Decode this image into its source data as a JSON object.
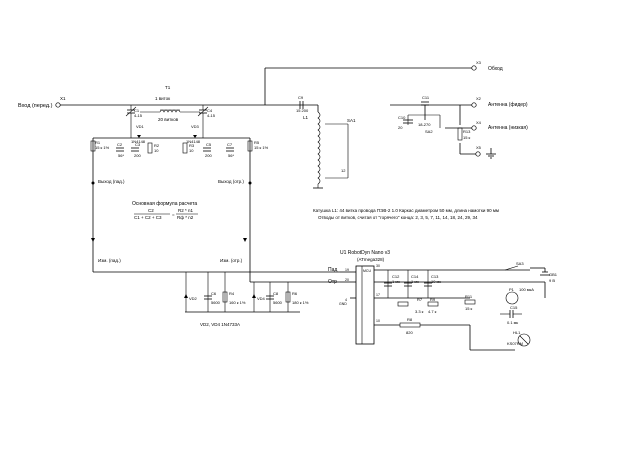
{
  "labels": {
    "input": "Вход (перед.)",
    "transformer": "T1",
    "turns1": "1 виток",
    "turns20": "20 витков",
    "out_right": "Выход (отр.)",
    "out_left": "Выход (пад.)",
    "formula_title": "Основная формула расчета",
    "formula_c2": "C2",
    "formula_c123": "C1 + C2 + C3",
    "formula_r2n1": "R2 * n1",
    "formula_rf": "Rф * n2",
    "meas_left": "Изм. (пад.)",
    "meas_right": "Изм. (отр.)",
    "diodes": "VD2, VD4  1N4733A",
    "bypass": "Обход",
    "ant_feed": "Антенна (фидер)",
    "ant_short": "Антенна (низкая)",
    "coil_spec": "Катушка L1:  44 витка провода ПЭВ-2 1.0   Каркас диаметром 50 мм, длина намотки 90 мм",
    "coil_taps": "Отводы от витков, считая от \"горячего\" конца:  2, 3, 5, 7, 11, 14, 18, 24, 29, 34",
    "u1": "U1   RobotDyn Nano v3",
    "mcu": "(ATmega328)",
    "pad": "Пад",
    "otr": "Отр",
    "mcu_label": "MCU",
    "gnd": "GND",
    "sa1": "SA1",
    "sa2": "SA2",
    "sa3": "SA3",
    "l1": "L1",
    "c9": "C9",
    "c9v": "15 200",
    "c11": "C11",
    "c11v": "18-270",
    "c10": "C10",
    "c10v": "20",
    "r13": "R13",
    "r13v": "15 к",
    "x1": "X1",
    "x2": "X2",
    "x3": "X3",
    "x4": "X4",
    "x5": "X5",
    "p1": "P1",
    "p1v": "100 мкА",
    "hl1": "HL1",
    "hl1v": "KS07RM",
    "gb1": "GB1",
    "gb1v": "9 В",
    "r7": "R7",
    "r7v": "3.3 к",
    "r9": "R9",
    "r9v": "4.7 к",
    "r11": "R11",
    "r11v": "15 к",
    "r8": "R8",
    "r8v": "820",
    "c12": "C12",
    "c12v": "1 мк",
    "c13": "C13",
    "c13v": "10 мк",
    "c14": "C14",
    "c14v": "1 мк",
    "c15": "C15",
    "c15v": "0.1 мк",
    "vd1": "VD1",
    "vd1v": "1N4148",
    "vd3": "VD3",
    "vd3v": "1N4148",
    "vd2": "VD2",
    "vd4": "VD4",
    "r1": "R1",
    "r1v": "15 к 1%",
    "r2": "R2",
    "r2v": "10",
    "r3": "R3",
    "r3v": "10",
    "r4": "R4",
    "r4v": "160 к 1%",
    "r5": "R5",
    "r5v": "15 к 1%",
    "r6": "R6",
    "r6v": "180 к 1%",
    "c1": "C1",
    "c1v": "4-15",
    "c2": "C2",
    "c2v": "56*",
    "c3": "C3",
    "c3v": "200",
    "c4": "C4",
    "c4v": "4-15",
    "c5": "C5",
    "c5v": "200",
    "c6": "C6",
    "c6v": "5600",
    "c7": "C7",
    "c7v": "56*",
    "c8": "C8",
    "c8v": "5600",
    "pin19": "19",
    "pin20": "20",
    "pin30": "30",
    "pin4": "4",
    "pin17": "17",
    "pin10": "10",
    "pin12": "12"
  }
}
